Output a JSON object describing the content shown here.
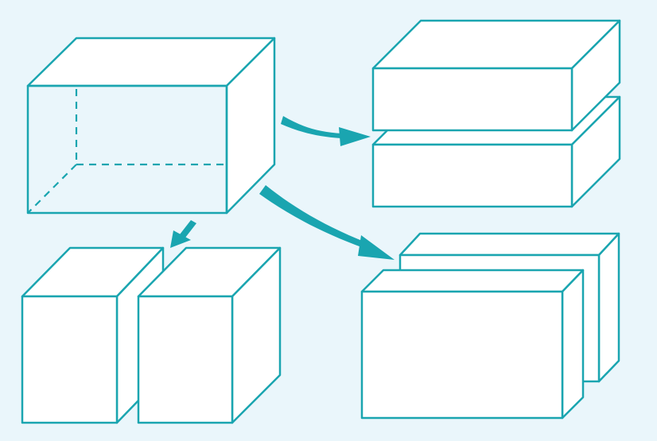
{
  "diagram": {
    "subject": "cuboid-cutting",
    "colors": {
      "line": "#1aa5b0",
      "face": "#ffffff",
      "background": "#eaf6fb"
    },
    "pieces": {
      "original": "whole-cuboid",
      "horizontal_cut": [
        "top-slab",
        "bottom-slab"
      ],
      "vertical_side_cut": [
        "left-block",
        "right-block"
      ],
      "vertical_front_cut": [
        "back-slab",
        "front-slab"
      ]
    }
  }
}
